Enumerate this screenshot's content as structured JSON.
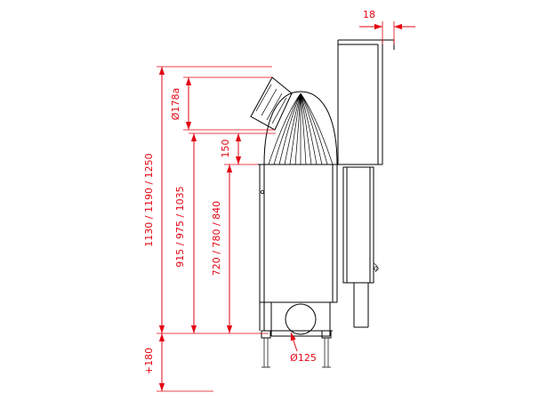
{
  "diagram": {
    "type": "technical-drawing",
    "description": "Side cross-section of a fireplace insert with red dimension lines",
    "colors": {
      "dimension_red": "#e30613",
      "line_black": "#000000",
      "background": "#ffffff"
    },
    "labels": {
      "top_wall_thickness": "18",
      "flue_diameter": "Ø178a",
      "dome_offset": "150",
      "height_connection": "915 / 975 / 1035",
      "height_firebox": "720 / 780 / 840",
      "height_total": "1130 / 1190 / 1250",
      "base_extension": "+180",
      "outlet_diameter": "Ø125"
    }
  }
}
